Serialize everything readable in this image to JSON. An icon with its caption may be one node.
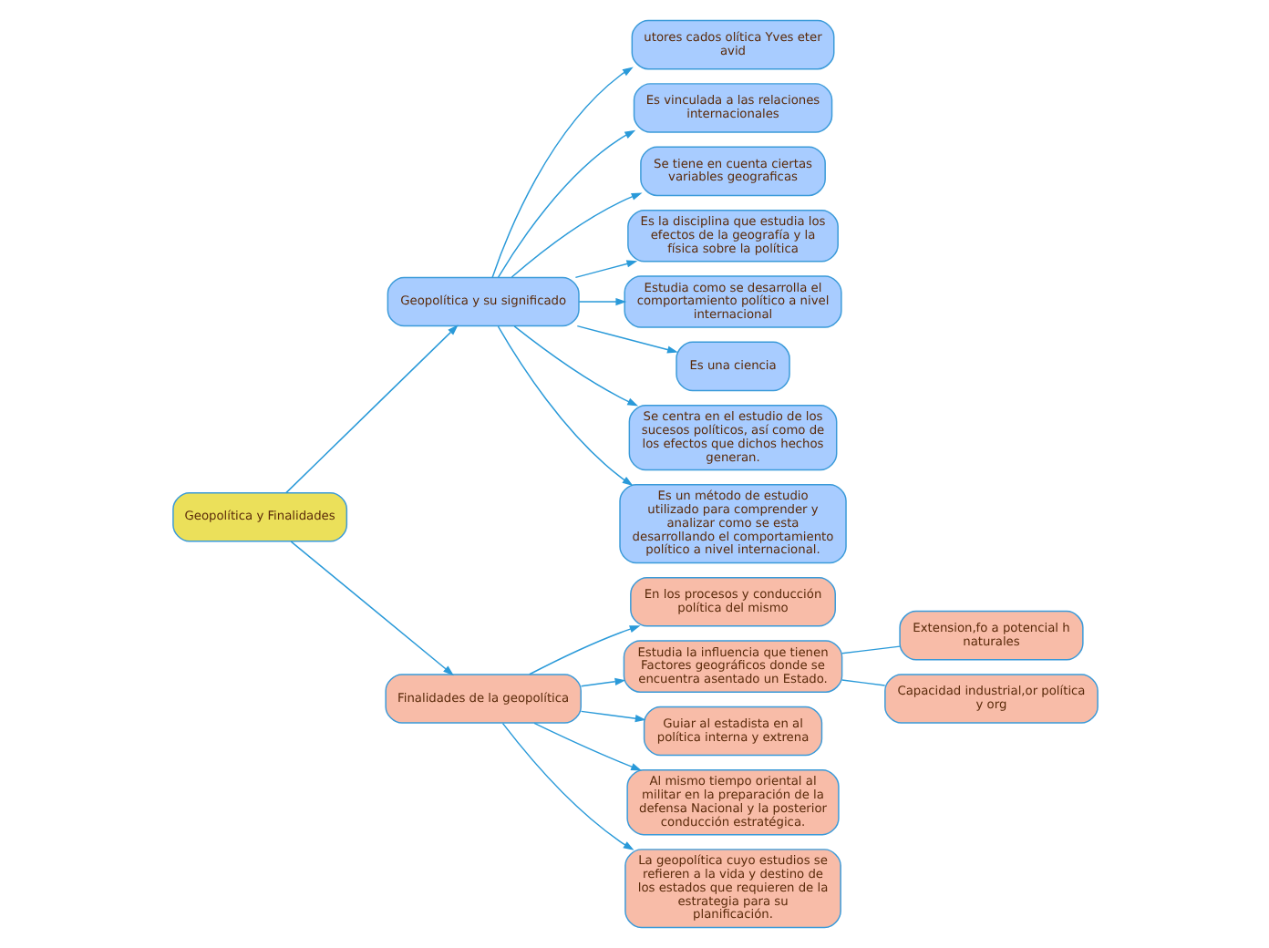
{
  "diagram": {
    "nodes": [
      {
        "text": [
          "Geopolítica y Finalidades"
        ]
      },
      {
        "text": [
          "Geopolítica y su significado"
        ]
      },
      {
        "text": [
          "Finalidades de la geopolítica"
        ]
      },
      {
        "text": [
          "utores cados olítica Yves eter avid"
        ]
      },
      {
        "text": [
          "Es vinculada a las relaciones internacionales"
        ]
      },
      {
        "text": [
          "Se tiene en cuenta ciertas variables geograficas"
        ]
      },
      {
        "text": [
          "Es la disciplina que estudia los efectos de la geografía y la física sobre la política"
        ]
      },
      {
        "text": [
          "Estudia como se desarrolla el comportamiento político a nivel internacional"
        ]
      },
      {
        "text": [
          "Es una ciencia"
        ]
      },
      {
        "text": [
          "Se centra en el estudio de los sucesos políticos, así como de los efectos que dichos hechos generan."
        ]
      },
      {
        "text": [
          "Es un método de estudio utilizado para comprender y analizar como se esta desarrollando el comportamiento político a nivel internacional."
        ]
      },
      {
        "text": [
          "En los procesos y conducción política del mismo"
        ]
      },
      {
        "text": [
          "Estudia la influencia que tienen Factores geográficos donde se encuentra asentado un Estado."
        ]
      },
      {
        "text": [
          "Guiar al estadista en al política interna y extrena"
        ]
      },
      {
        "text": [
          "Al mismo tiempo oriental al militar en la preparación de la defensa Nacional y la posterior conducción estratégica."
        ]
      },
      {
        "text": [
          "La geopolítica cuyo estudios se refieren a la vida y destino de los estados que requieren de la estrategia para su planificación."
        ]
      },
      {
        "text": [
          "Extension,fo a potencial h naturales"
        ]
      },
      {
        "text": [
          "Capacidad industrial,or política y org"
        ]
      }
    ],
    "edges": [
      {
        "from": 0,
        "to": 1,
        "arrow": "to"
      },
      {
        "from": 0,
        "to": 2,
        "arrow": "to"
      },
      {
        "from": 1,
        "to": 4,
        "arrow": "to"
      },
      {
        "from": 1,
        "to": 3,
        "arrow": "to"
      },
      {
        "from": 1,
        "to": 5,
        "arrow": "to"
      },
      {
        "from": 1,
        "to": 6,
        "arrow": "to"
      },
      {
        "from": 1,
        "to": 9,
        "arrow": "to"
      },
      {
        "from": 1,
        "to": 7,
        "arrow": "to"
      },
      {
        "from": 1,
        "to": 8,
        "arrow": "to"
      },
      {
        "from": 1,
        "to": 10,
        "arrow": "to"
      },
      {
        "from": 2,
        "to": 11,
        "arrow": "to"
      },
      {
        "from": 2,
        "to": 12,
        "arrow": "to"
      },
      {
        "from": 2,
        "to": 13,
        "arrow": "to"
      },
      {
        "from": 2,
        "to": 14,
        "arrow": "to"
      },
      {
        "from": 2,
        "to": 15,
        "arrow": "to"
      },
      {
        "from": 12,
        "to": 16,
        "arrow": "none"
      },
      {
        "from": 12,
        "to": 17,
        "arrow": "none"
      }
    ]
  }
}
